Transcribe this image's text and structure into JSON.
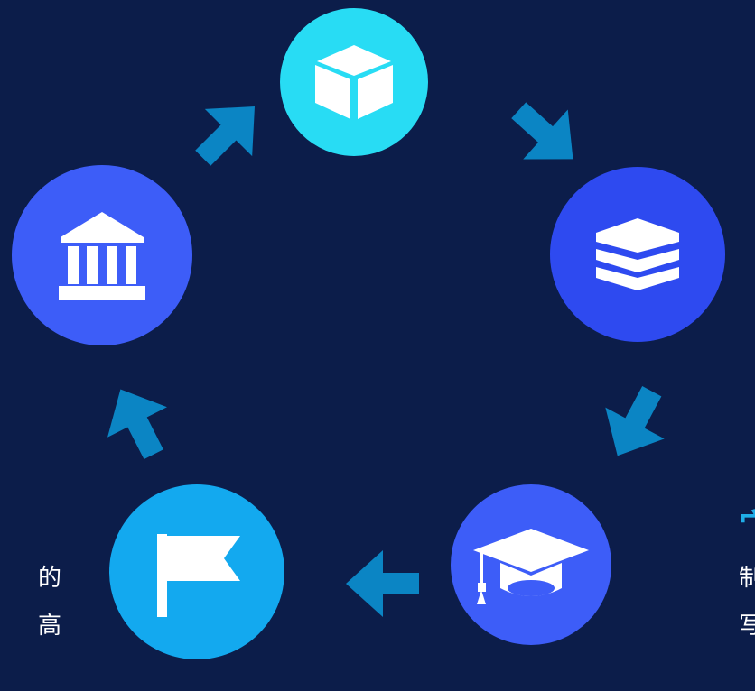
{
  "nodes": {
    "top": "cube-icon",
    "right": "layers-icon",
    "bottom_right": "graduation-cap-icon",
    "bottom_left": "flag-icon",
    "left": "bank-icon"
  },
  "colors": {
    "background": "#0c1d4a",
    "cyan": "#28dcf4",
    "royal_blue": "#2e4af0",
    "blue": "#3d5df8",
    "sky_blue": "#13a9ef",
    "arrow": "#0b85c4"
  },
  "left_text": {
    "line1": "的",
    "line2": "高"
  },
  "right_panel": {
    "title_fragment": "宀",
    "line1": "制",
    "line2": "写"
  }
}
